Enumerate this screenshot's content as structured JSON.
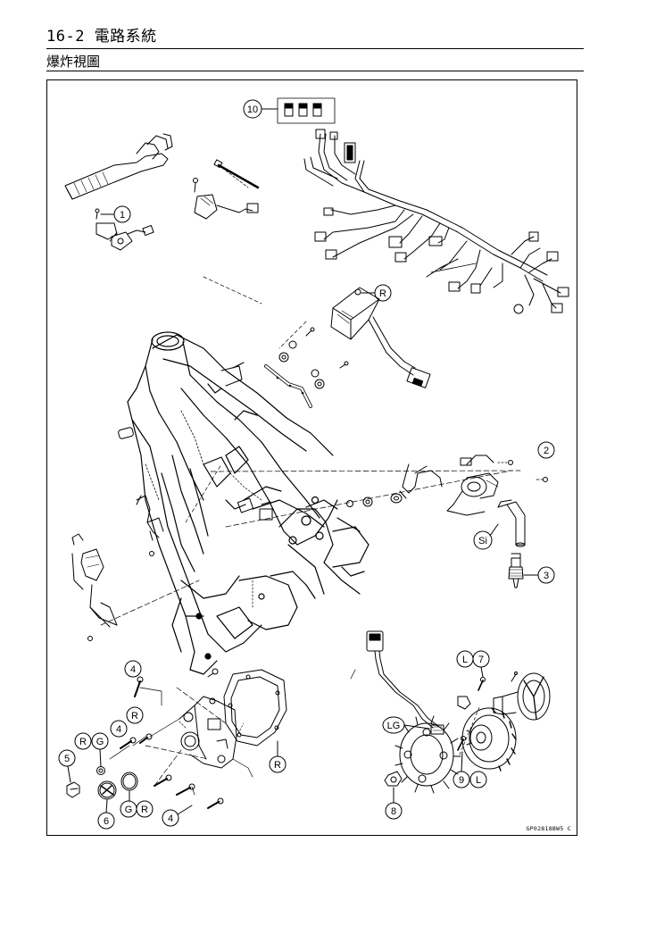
{
  "header": {
    "page_title": "16-2 電路系統",
    "section_title": "爆炸視圖"
  },
  "figure": {
    "code": "GP02818BW5 C",
    "callouts": {
      "c10": "10",
      "c1": "1",
      "cR_top": "R",
      "c2": "2",
      "cSi": "Si",
      "c3": "3",
      "c4_a": "4",
      "c4_b": "4",
      "cR_mid": "R",
      "cR_left": "R",
      "cG_left": "G",
      "c5": "5",
      "c6": "6",
      "cG_bot": "G",
      "cR_bot": "R",
      "c4_bot": "4",
      "cR_cover": "R",
      "cL_top": "L",
      "c7": "7",
      "cLG": "LG",
      "c9": "9",
      "cL_bot": "L",
      "c8": "8"
    }
  }
}
